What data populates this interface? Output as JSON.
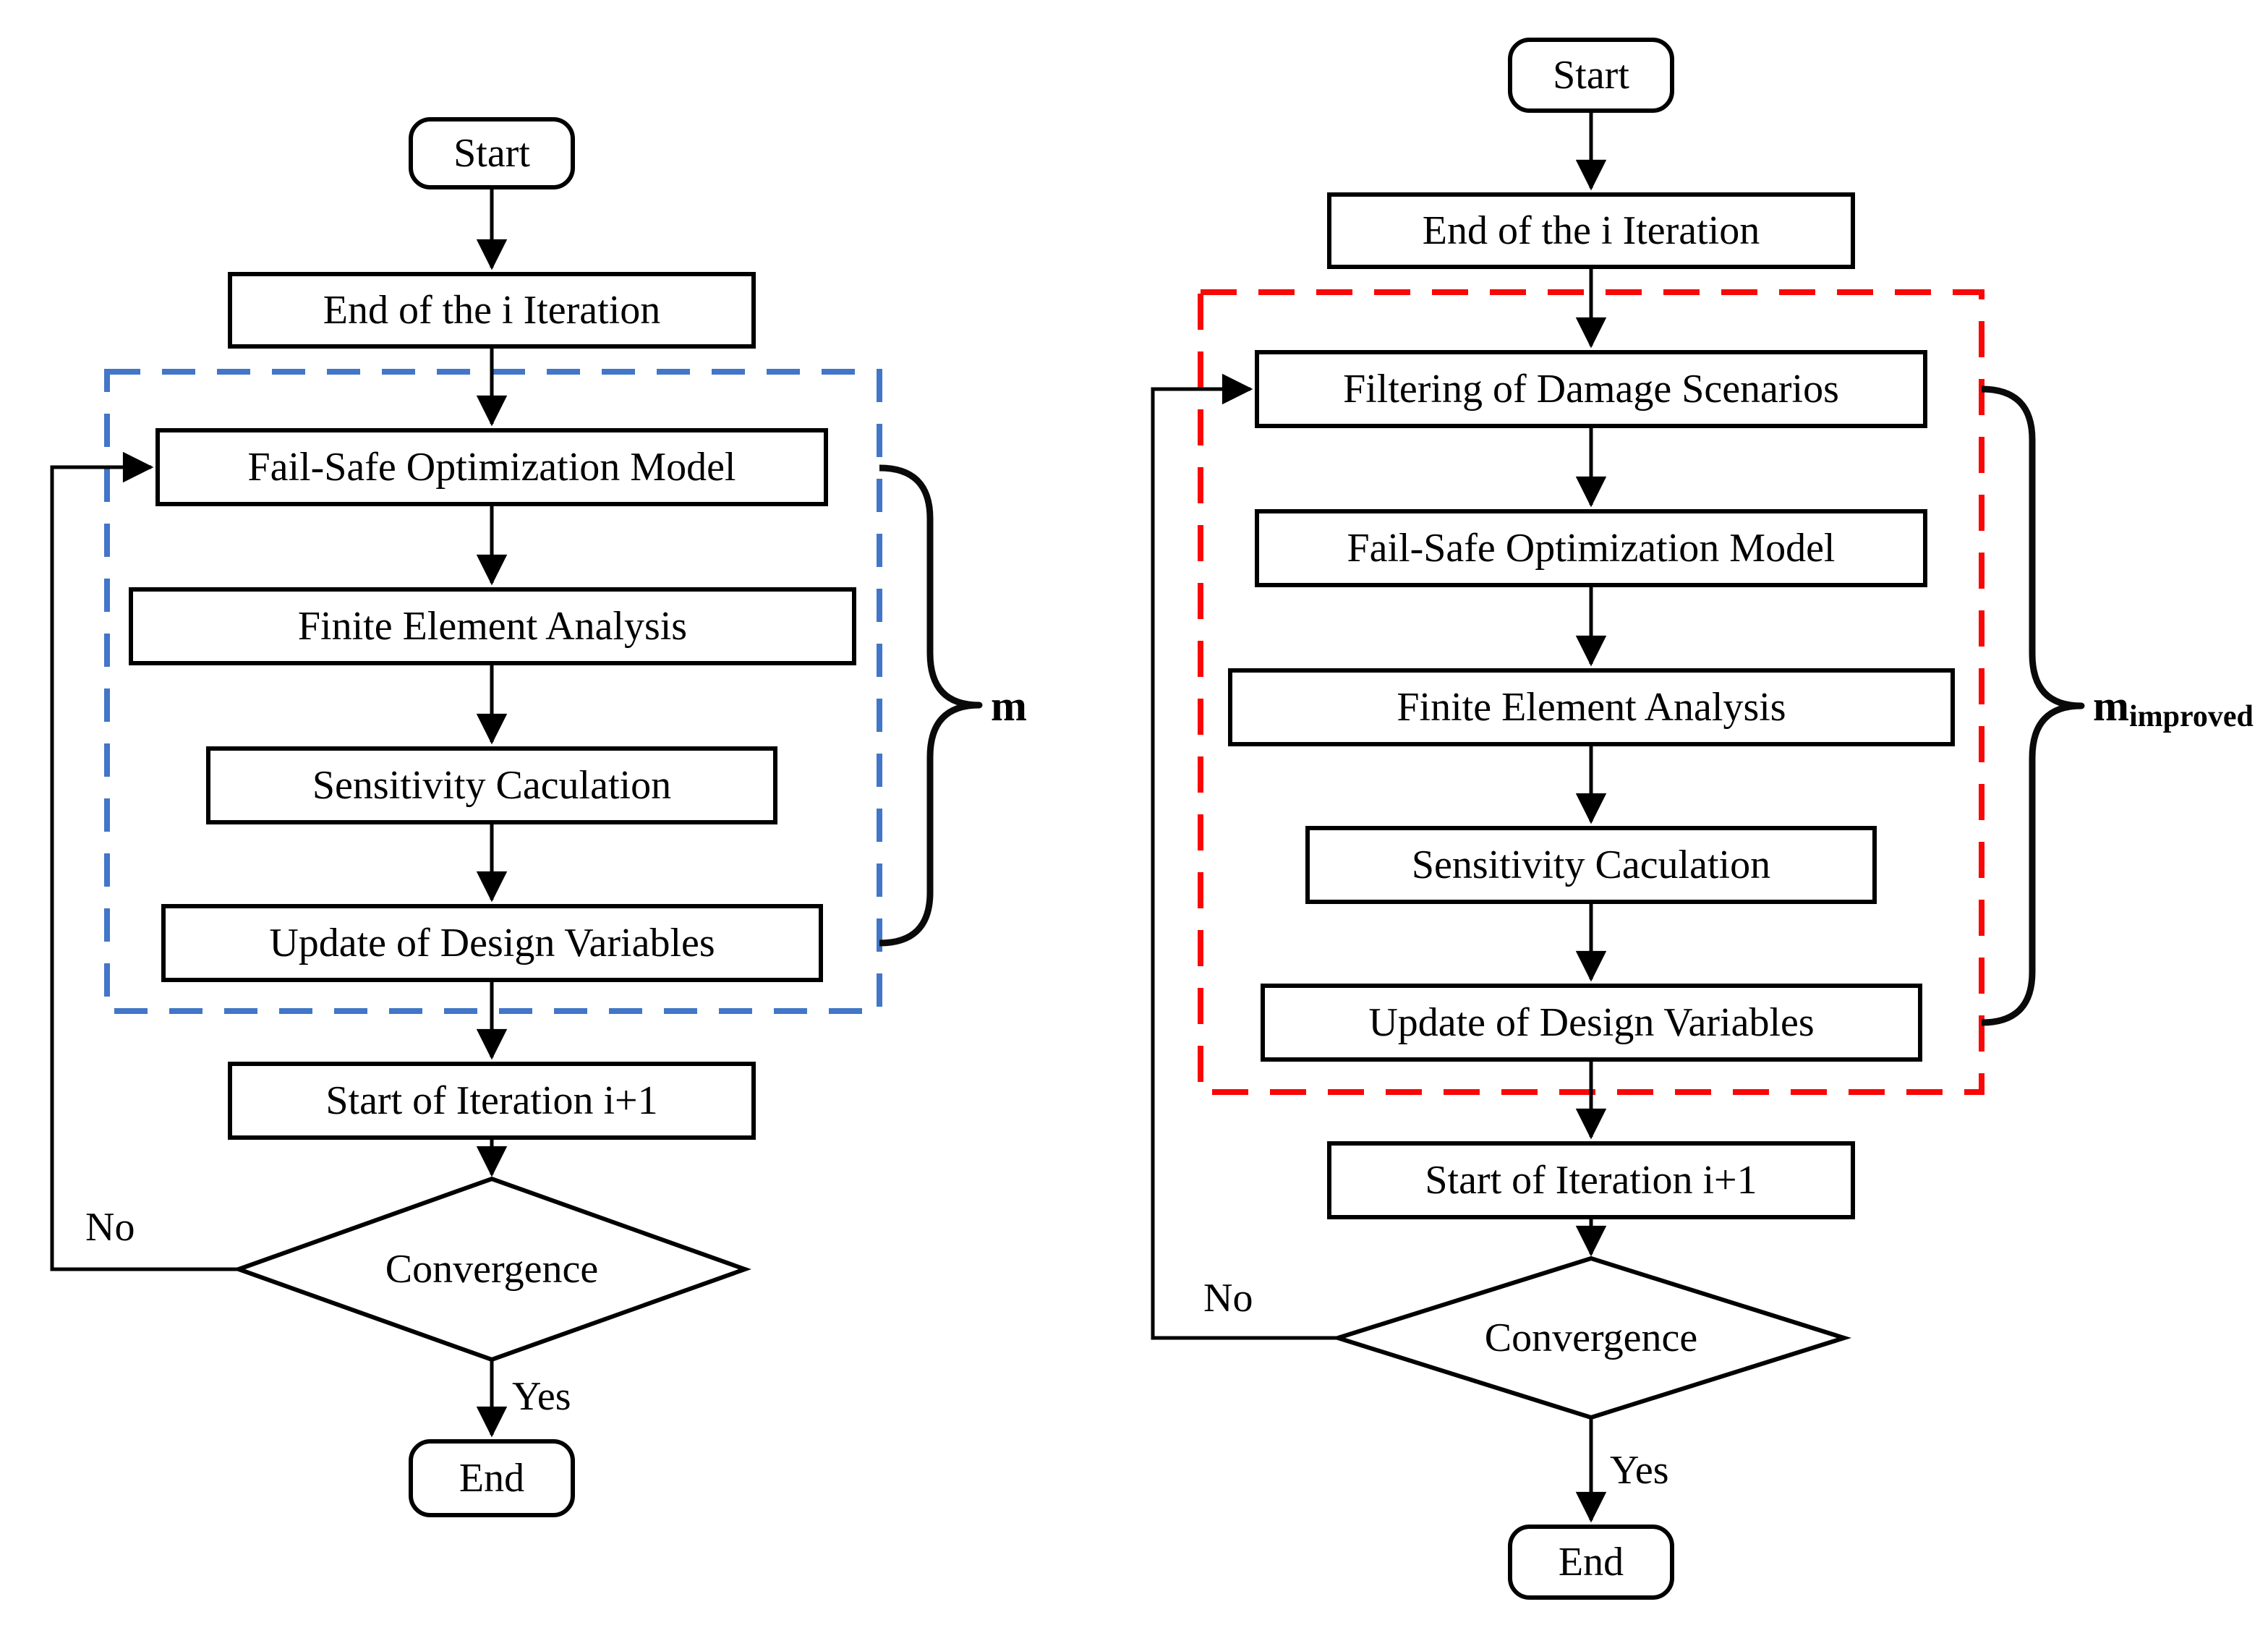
{
  "diagram": {
    "left": {
      "nodes": {
        "start": "Start",
        "end_of_iteration": "End of the i Iteration",
        "fail_safe": "Fail-Safe Optimization Model",
        "finite_element": "Finite Element Analysis",
        "sensitivity": "Sensitivity Caculation",
        "update_variables": "Update of Design Variables",
        "start_of_iteration": "Start of Iteration i+1",
        "convergence": "Convergence",
        "end": "End"
      },
      "labels": {
        "no": "No",
        "yes": "Yes",
        "brace": "m"
      },
      "container_color": "#4276c8"
    },
    "right": {
      "nodes": {
        "start": "Start",
        "end_of_iteration": "End of the i Iteration",
        "filtering": "Filtering of Damage Scenarios",
        "fail_safe": "Fail-Safe Optimization Model",
        "finite_element": "Finite Element Analysis",
        "sensitivity": "Sensitivity Caculation",
        "update_variables": "Update of Design Variables",
        "start_of_iteration": "Start of Iteration i+1",
        "convergence": "Convergence",
        "end": "End"
      },
      "labels": {
        "no": "No",
        "yes": "Yes",
        "brace_base": "m",
        "brace_subscript": "improved"
      },
      "container_color": "#f90707"
    }
  }
}
